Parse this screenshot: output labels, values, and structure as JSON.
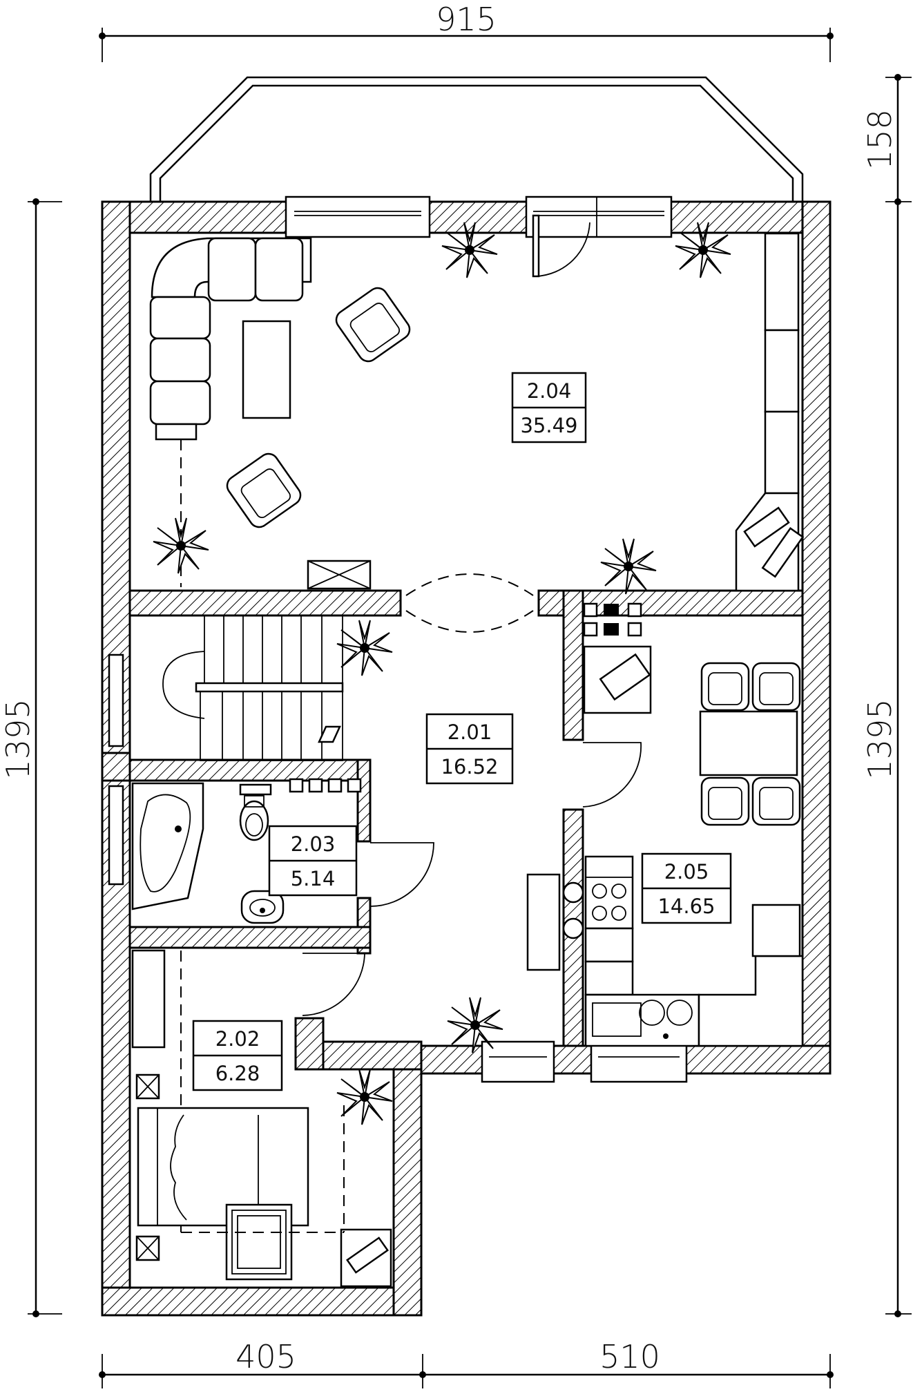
{
  "dimensions": {
    "top_width": "915",
    "bay_depth": "158",
    "left_height": "1395",
    "right_height": "1395",
    "bottom_left": "405",
    "bottom_right": "510"
  },
  "rooms": [
    {
      "id": "2.04",
      "area": "35.49"
    },
    {
      "id": "2.01",
      "area": "16.52"
    },
    {
      "id": "2.03",
      "area": "5.14"
    },
    {
      "id": "2.05",
      "area": "14.65"
    },
    {
      "id": "2.02",
      "area": "6.28"
    }
  ]
}
